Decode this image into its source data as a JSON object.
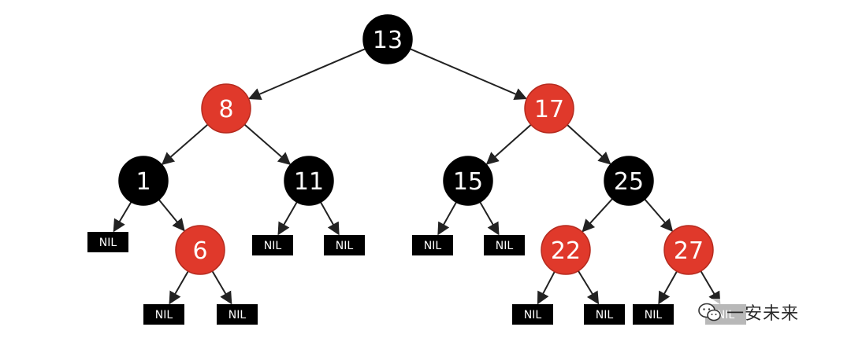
{
  "tree": {
    "colors": {
      "red": "#e0392b",
      "black": "#000000",
      "nil": "#000000",
      "edge": "#222222",
      "text": "#ffffff"
    },
    "nodes": [
      {
        "id": "n13",
        "label": "13",
        "color": "black"
      },
      {
        "id": "n8",
        "label": "8",
        "color": "red"
      },
      {
        "id": "n17",
        "label": "17",
        "color": "red"
      },
      {
        "id": "n1",
        "label": "1",
        "color": "black"
      },
      {
        "id": "n11",
        "label": "11",
        "color": "black"
      },
      {
        "id": "n15",
        "label": "15",
        "color": "black"
      },
      {
        "id": "n25",
        "label": "25",
        "color": "black"
      },
      {
        "id": "n6",
        "label": "6",
        "color": "red"
      },
      {
        "id": "n22",
        "label": "22",
        "color": "red"
      },
      {
        "id": "n27",
        "label": "27",
        "color": "red"
      }
    ],
    "nil_label": "NIL",
    "edges": [
      [
        "n13",
        "n8"
      ],
      [
        "n13",
        "n17"
      ],
      [
        "n8",
        "n1"
      ],
      [
        "n8",
        "n11"
      ],
      [
        "n17",
        "n15"
      ],
      [
        "n17",
        "n25"
      ],
      [
        "n1",
        "nil1"
      ],
      [
        "n1",
        "n6"
      ],
      [
        "n11",
        "nil2"
      ],
      [
        "n11",
        "nil3"
      ],
      [
        "n15",
        "nil4"
      ],
      [
        "n15",
        "nil5"
      ],
      [
        "n25",
        "n22"
      ],
      [
        "n25",
        "n27"
      ],
      [
        "n6",
        "nil6"
      ],
      [
        "n6",
        "nil7"
      ],
      [
        "n22",
        "nil8"
      ],
      [
        "n22",
        "nil9"
      ],
      [
        "n27",
        "nil10"
      ],
      [
        "n27",
        "nil11"
      ]
    ]
  },
  "watermark": {
    "text": "一安未来",
    "icon": "wechat-icon"
  }
}
